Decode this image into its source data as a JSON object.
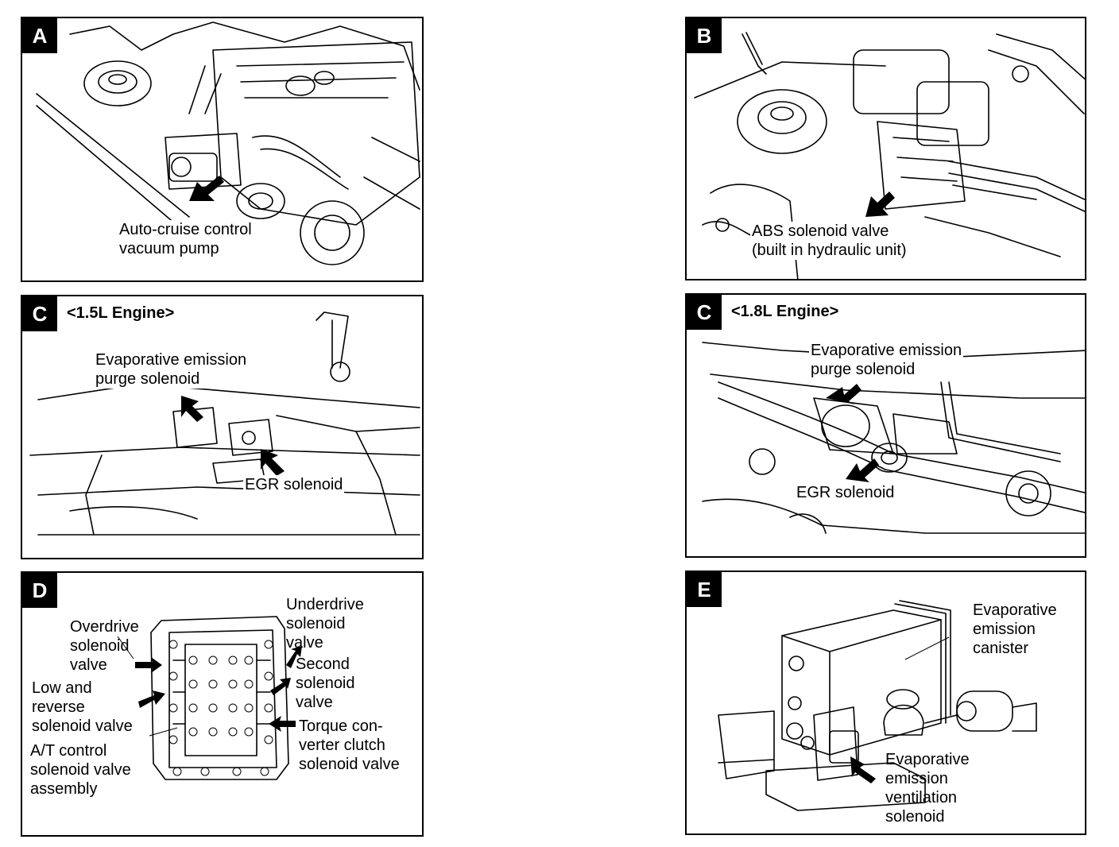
{
  "panels": {
    "a": {
      "badge": "A",
      "labels": {
        "vacuum_pump": [
          "Auto-cruise control",
          "vacuum pump"
        ]
      }
    },
    "b": {
      "badge": "B",
      "labels": {
        "abs_valve": [
          "ABS solenoid valve",
          "(built in hydraulic unit)"
        ]
      }
    },
    "c15": {
      "badge": "C",
      "heading": "<1.5L Engine>",
      "labels": {
        "purge": [
          "Evaporative emission",
          "purge solenoid"
        ],
        "egr": [
          "EGR solenoid"
        ]
      }
    },
    "c18": {
      "badge": "C",
      "heading": "<1.8L Engine>",
      "labels": {
        "purge": [
          "Evaporative emission",
          "purge solenoid"
        ],
        "egr": [
          "EGR solenoid"
        ]
      }
    },
    "d": {
      "badge": "D",
      "labels": {
        "overdrive": [
          "Overdrive",
          "solenoid",
          "valve"
        ],
        "low_reverse": [
          "Low and",
          "reverse",
          "solenoid valve"
        ],
        "at_control": [
          "A/T control",
          "solenoid valve",
          "assembly"
        ],
        "underdrive": [
          "Underdrive",
          "solenoid",
          "valve"
        ],
        "second": [
          "Second",
          "solenoid",
          "valve"
        ],
        "torque": [
          "Torque con-",
          "verter clutch",
          "solenoid valve"
        ]
      }
    },
    "e": {
      "badge": "E",
      "labels": {
        "canister": [
          "Evaporative",
          "emission",
          "canister"
        ],
        "ventilation": [
          "Evaporative",
          "emission",
          "ventilation",
          "solenoid"
        ]
      }
    }
  }
}
